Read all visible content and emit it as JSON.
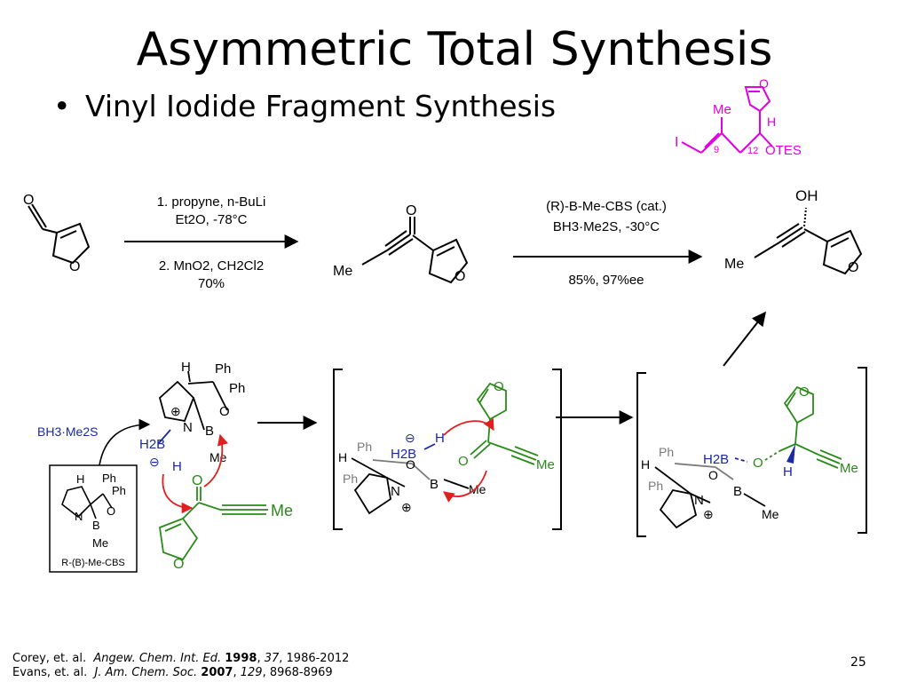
{
  "slide": {
    "title": "Asymmetric Total Synthesis",
    "bullet": "Vinyl Iodide Fragment Synthesis",
    "page_number": "25"
  },
  "colors": {
    "magenta": "#e000e0",
    "green": "#2a8a1a",
    "blue": "#1a2aa0",
    "red": "#e02020",
    "gray": "#7a7a7a"
  },
  "target": {
    "I": "I",
    "Me": "Me",
    "n9": "9",
    "n12": "12",
    "H": "H",
    "O": "O",
    "OTES": "OTES"
  },
  "step1": {
    "line1": "1. propyne, n-BuLi",
    "line2": "Et2O, -78°C",
    "line3": "2. MnO2, CH2Cl2",
    "line4": "70%"
  },
  "step2": {
    "line1": "(R)-B-Me-CBS (cat.)",
    "line2": "BH3·Me2S, -30°C",
    "line3": "85%, 97%ee"
  },
  "labels": {
    "O": "O",
    "Me": "Me",
    "OH": "OH",
    "H": "H",
    "Ph": "Ph",
    "N": "N",
    "B": "B",
    "H2B": "H2B",
    "BH3Me2S": "BH3·Me2S",
    "cbs_name": "R-(B)-Me-CBS",
    "plus": "⊕",
    "minus": "⊖"
  },
  "refs": {
    "r1_authors": "Corey, et. al.",
    "r1_journal": "Angew. Chem. Int. Ed.",
    "r1_year": "1998",
    "r1_vol": "37",
    "r1_pages": ", 1986-2012",
    "r2_authors": "Evans, et. al.",
    "r2_journal": "J. Am. Chem. Soc.",
    "r2_year": "2007",
    "r2_vol": "129",
    "r2_pages": ", 8968-8969"
  }
}
